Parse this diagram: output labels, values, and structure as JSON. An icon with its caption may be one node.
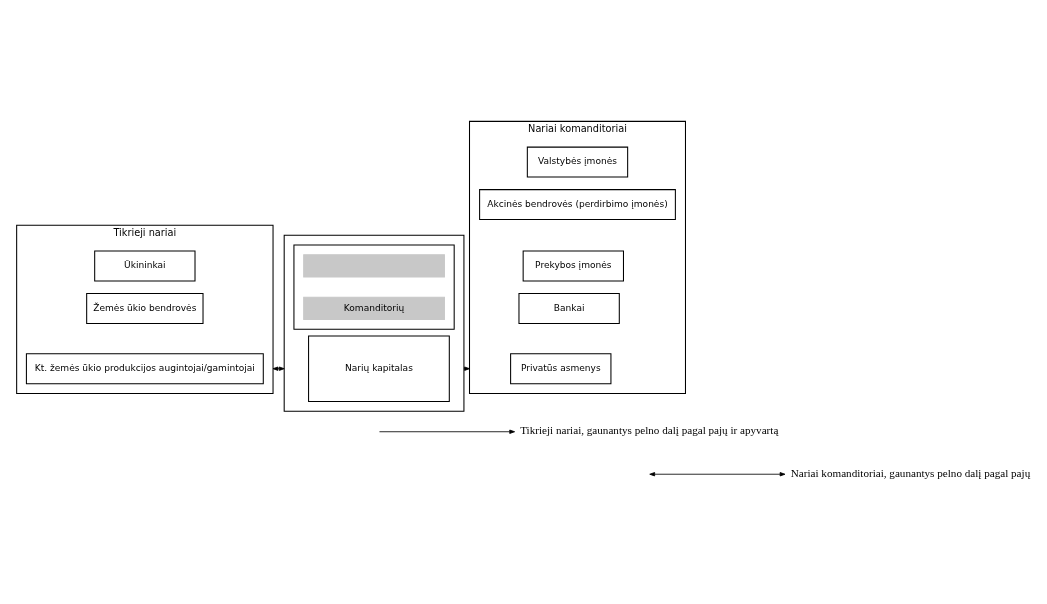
{
  "diagram": {
    "nodes": [
      {
        "text": [
          "Tikrieji nariai"
        ]
      },
      {
        "text": [
          "Ūkininkai"
        ],
        "in": 0
      },
      {
        "text": [
          "Žemės ūkio bendrovės"
        ],
        "in": 0
      },
      {
        "text": [
          "Kt. žemės ūkio produkcijos augintojai/gamintojai"
        ],
        "in": 0
      },
      {
        "text": [],
        "shape": "box"
      },
      {
        "text": [],
        "shape": "box",
        "in": 4
      },
      {
        "text": [],
        "shape": "bar",
        "in": 5
      },
      {
        "text": [
          "Komanditorių"
        ],
        "in": 5
      },
      {
        "text": [
          "Narių kapitalas"
        ],
        "in": 4
      },
      {
        "text": [
          "Nariai komanditoriai"
        ]
      },
      {
        "text": [
          "Valstybės įmonės"
        ],
        "in": 9
      },
      {
        "text": [
          "Akcinės bendrovės (perdirbimo įmonės)"
        ],
        "in": 9
      },
      {
        "text": [
          "Prekybos įmonės"
        ],
        "in": 9
      },
      {
        "text": [
          "Bankai"
        ],
        "in": 9
      },
      {
        "text": [
          "Privatūs asmenys"
        ],
        "in": 9
      }
    ],
    "edges": [
      {
        "from": 0,
        "to": 4,
        "arrow": "both"
      },
      {
        "from": 4,
        "to": 9,
        "arrow": "to"
      }
    ],
    "legend": [
      {
        "text": "Tikrieji nariai, gaunantys pelno dalį pagal pajų ir apyvartą"
      },
      {
        "text": "Nariai komanditoriai, gaunantys pelno dalį pagal pajų"
      }
    ]
  }
}
